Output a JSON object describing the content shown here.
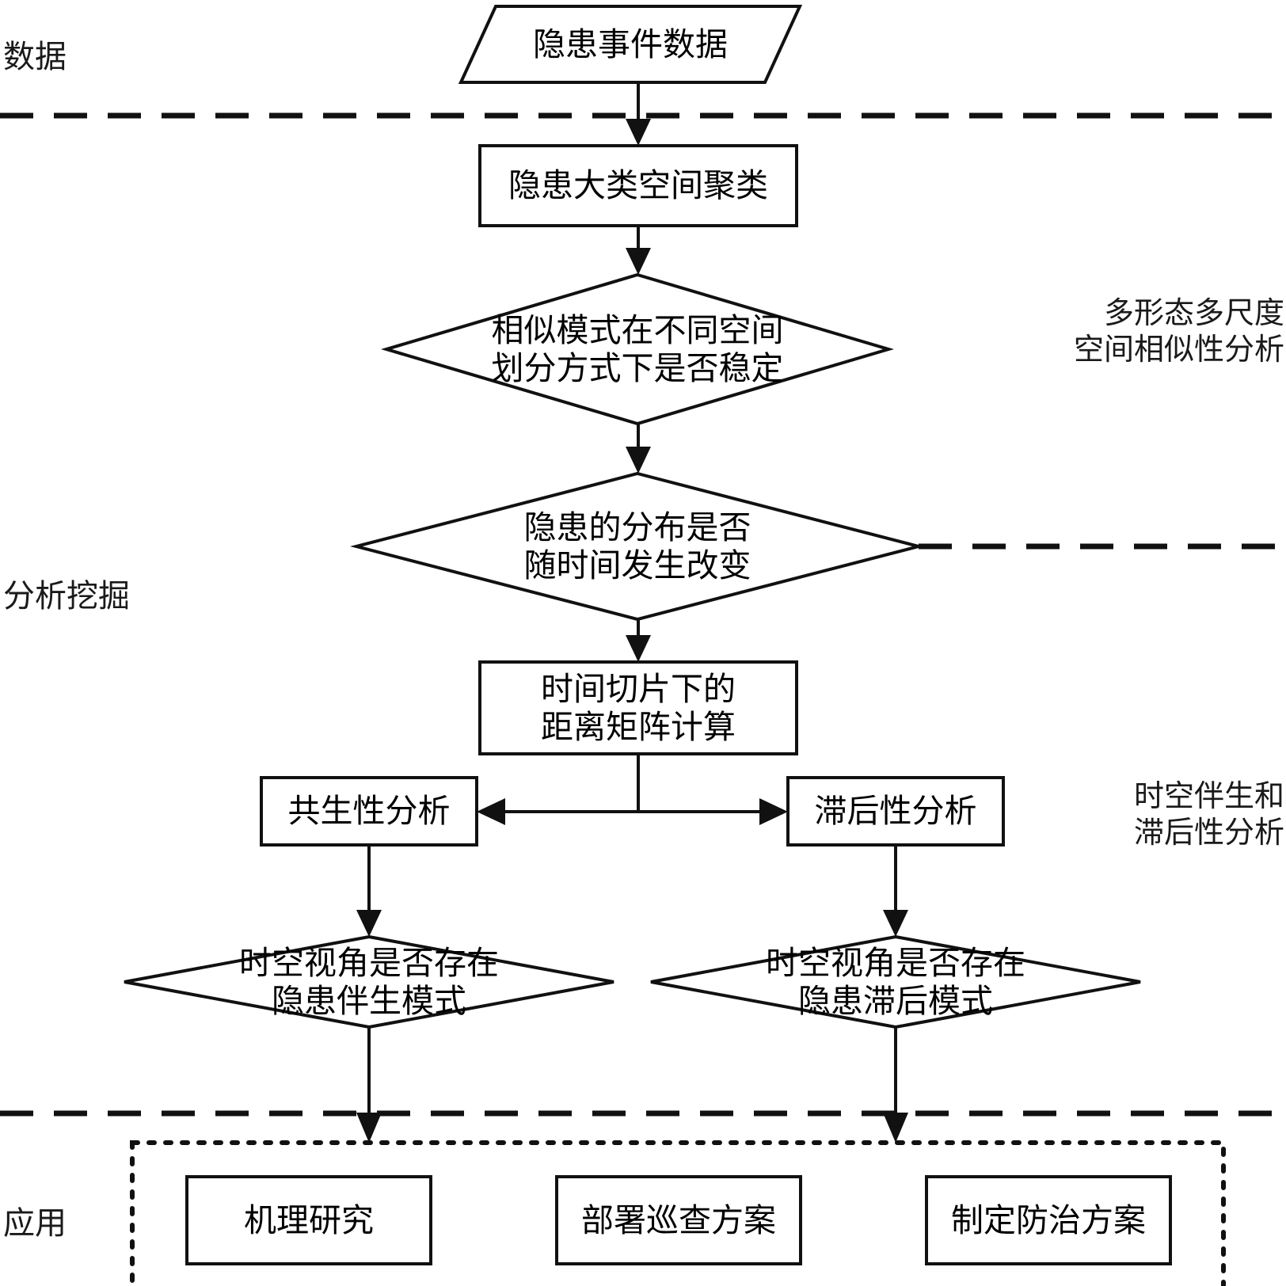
{
  "diagram": {
    "title_nodes": {
      "data_source": "隐患事件数据",
      "cluster": "隐患大类空间聚类",
      "decision_stability": "相似模式在不同空间\n划分方式下是否稳定",
      "decision_time_change": "隐患的分布是否\n随时间发生改变",
      "distance_matrix": "时间切片下的\n距离矩阵计算",
      "symbiosis_analysis": "共生性分析",
      "lag_analysis": "滞后性分析",
      "decision_symbiosis_pattern": "时空视角是否存在\n隐患伴生模式",
      "decision_lag_pattern": "时空视角是否存在\n隐患滞后模式"
    },
    "stage_labels": {
      "data": "数据",
      "analysis": "分析挖掘",
      "application": "应用"
    },
    "phase_labels": {
      "spatial_similarity": "多形态多尺度\n空间相似性分析",
      "spatiotemporal": "时空伴生和\n滞后性分析"
    },
    "application_boxes": [
      {
        "label": "机理研究"
      },
      {
        "label": "部署巡查方案"
      },
      {
        "label": "制定防治方案"
      }
    ],
    "colors": {
      "stroke": "#111111",
      "background": "#ffffff",
      "text": "#000000"
    }
  }
}
